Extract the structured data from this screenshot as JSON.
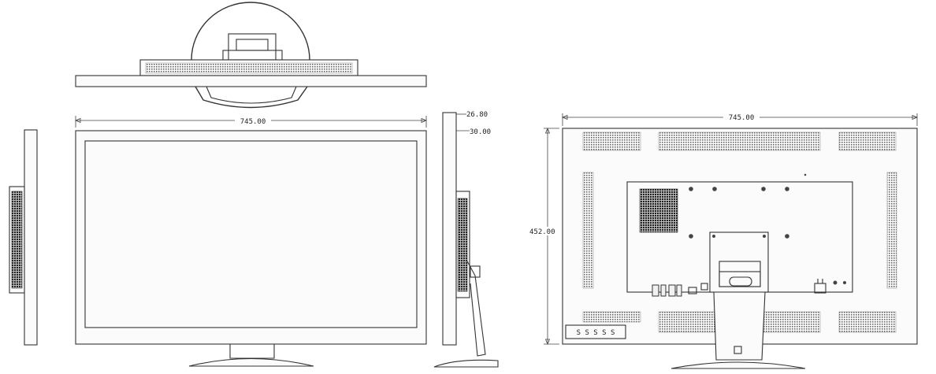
{
  "dimensions": {
    "front_width": "745.00",
    "depth_top": "26.80",
    "depth_bottom": "30.00",
    "back_width": "745.00",
    "back_height": "452.00"
  },
  "back_panel_label": "S S S S S"
}
